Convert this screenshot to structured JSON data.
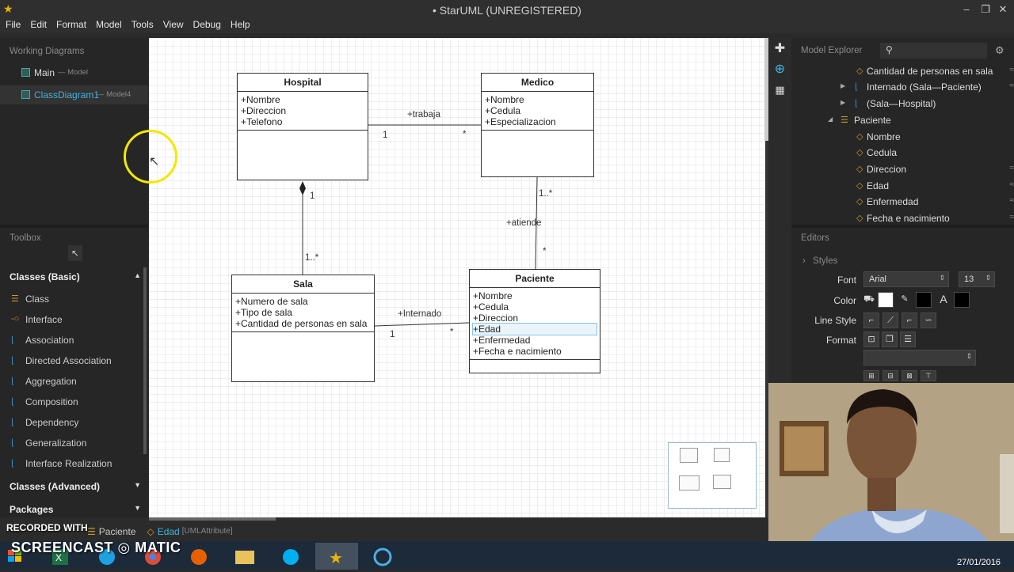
{
  "window": {
    "title": "• StarUML (UNREGISTERED)"
  },
  "menubar": [
    "File",
    "Edit",
    "Format",
    "Model",
    "Tools",
    "View",
    "Debug",
    "Help"
  ],
  "working_diagrams": {
    "heading": "Working Diagrams",
    "items": [
      {
        "label": "Main",
        "type": "— Model"
      },
      {
        "label": "ClassDiagram1",
        "type": "— Model4"
      }
    ]
  },
  "toolbox": {
    "heading": "Toolbox",
    "category_basic": "Classes (Basic)",
    "tools": [
      "Class",
      "Interface",
      "Association",
      "Directed Association",
      "Aggregation",
      "Composition",
      "Dependency",
      "Generalization",
      "Interface Realization"
    ],
    "category_advanced": "Classes (Advanced)",
    "category_packages": "Packages"
  },
  "diagram": {
    "classes": {
      "hospital": {
        "name": "Hospital",
        "attrs": [
          "+Nombre",
          "+Direccion",
          "+Telefono"
        ]
      },
      "medico": {
        "name": "Medico",
        "attrs": [
          "+Nombre",
          "+Cedula",
          "+Especializacion"
        ]
      },
      "sala": {
        "name": "Sala",
        "attrs": [
          "+Numero de sala",
          "+Tipo de sala",
          "+Cantidad de  personas en sala"
        ]
      },
      "paciente": {
        "name": "Paciente",
        "attrs": [
          "+Nombre",
          "+Cedula",
          "+Direccion",
          "+Edad",
          "+Enfermedad",
          "+Fecha e nacimiento"
        ]
      }
    },
    "labels": {
      "trabaja": "+trabaja",
      "trabaja_m1": "1",
      "trabaja_m2": "*",
      "comp_m1": "1",
      "comp_m2": "1..*",
      "atiende": "+atiende",
      "atiende_m1": "1..*",
      "atiende_m2": "*",
      "internado": "+Internado",
      "internado_m1": "1",
      "internado_m2": "*"
    }
  },
  "model_explorer": {
    "heading": "Model Explorer",
    "rows": [
      "Cantidad de personas en sala",
      "Internado (Sala—Paciente)",
      "(Sala—Hospital)",
      "Paciente",
      "Nombre",
      "Cedula",
      "Direccion",
      "Edad",
      "Enfermedad",
      "Fecha e nacimiento"
    ]
  },
  "editors": {
    "heading": "Editors",
    "styles": "Styles",
    "font_label": "Font",
    "font_value": "Arial",
    "font_size": "13",
    "color_label": "Color",
    "line_style_label": "Line Style",
    "format_label": "Format"
  },
  "statusbar": {
    "items": [
      "Paciente",
      "Edad",
      "[UMLAttribute]"
    ]
  },
  "overlay": {
    "watermark_top": "RECORDED WITH",
    "watermark_bottom": "SCREENCAST ◎ MATIC",
    "date": "27/01/2016"
  },
  "colors": {
    "accent": "#3fb3e0",
    "ring": "#f3e800",
    "icon_gold": "#c99a2e"
  }
}
